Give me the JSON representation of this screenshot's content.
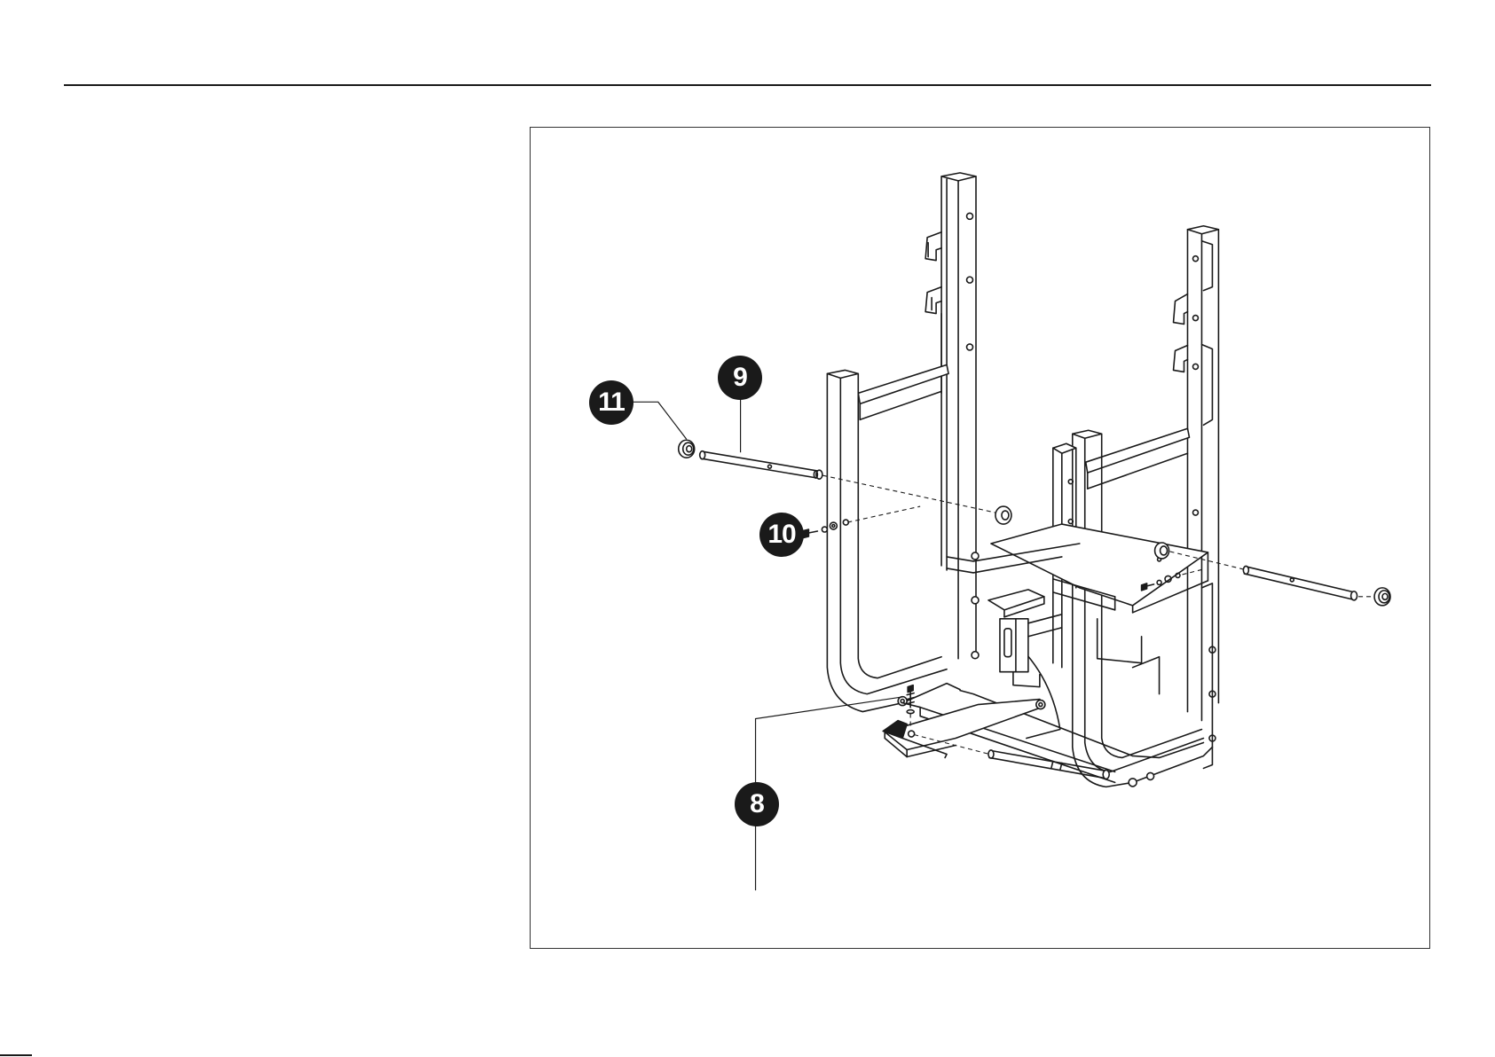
{
  "callouts": {
    "part_8": "8",
    "part_9": "9",
    "part_10": "10",
    "part_11": "11"
  },
  "colors": {
    "ink": "#1a1a1a",
    "paper": "#ffffff"
  }
}
